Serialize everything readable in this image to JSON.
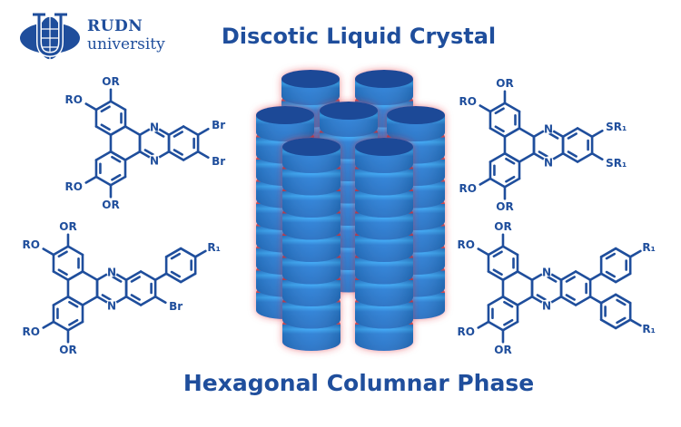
{
  "logo": {
    "name": "RUDN",
    "subtitle": "university"
  },
  "title": "Discotic Liquid Crystal",
  "subtitle": "Hexagonal Columnar Phase",
  "colors": {
    "primary": "#1f4e9c",
    "disk_top": "#1b4a97",
    "disk_side": "#2b7fd6",
    "disk_highlight": "#3aa6f5",
    "glow": "#e0303a"
  },
  "molecules": [
    {
      "id": "top-left",
      "ring_atom": "N",
      "substituents": {
        "ul_top": "OR",
        "ul_left": "RO",
        "ll_bottom": "OR",
        "ll_left": "RO",
        "r_upper": "Br",
        "r_lower": "Br"
      }
    },
    {
      "id": "top-right",
      "ring_atom": "N",
      "substituents": {
        "ul_top": "OR",
        "ul_left": "RO",
        "ll_bottom": "OR",
        "ll_left": "RO",
        "r_upper": "SR₁",
        "r_lower": "SR₁"
      }
    },
    {
      "id": "bottom-left",
      "ring_atom": "N",
      "substituents": {
        "ul_top": "OR",
        "ul_left": "RO",
        "ll_bottom": "OR",
        "ll_left": "RO",
        "r_upper": "aryl",
        "r_lower": "Br"
      },
      "aryl_label": "R₁"
    },
    {
      "id": "bottom-right",
      "ring_atom": "N",
      "substituents": {
        "ul_top": "OR",
        "ul_left": "RO",
        "ll_bottom": "OR",
        "ll_left": "RO",
        "r_upper": "aryl",
        "r_lower": "aryl"
      },
      "aryl_label": "R₁"
    }
  ]
}
